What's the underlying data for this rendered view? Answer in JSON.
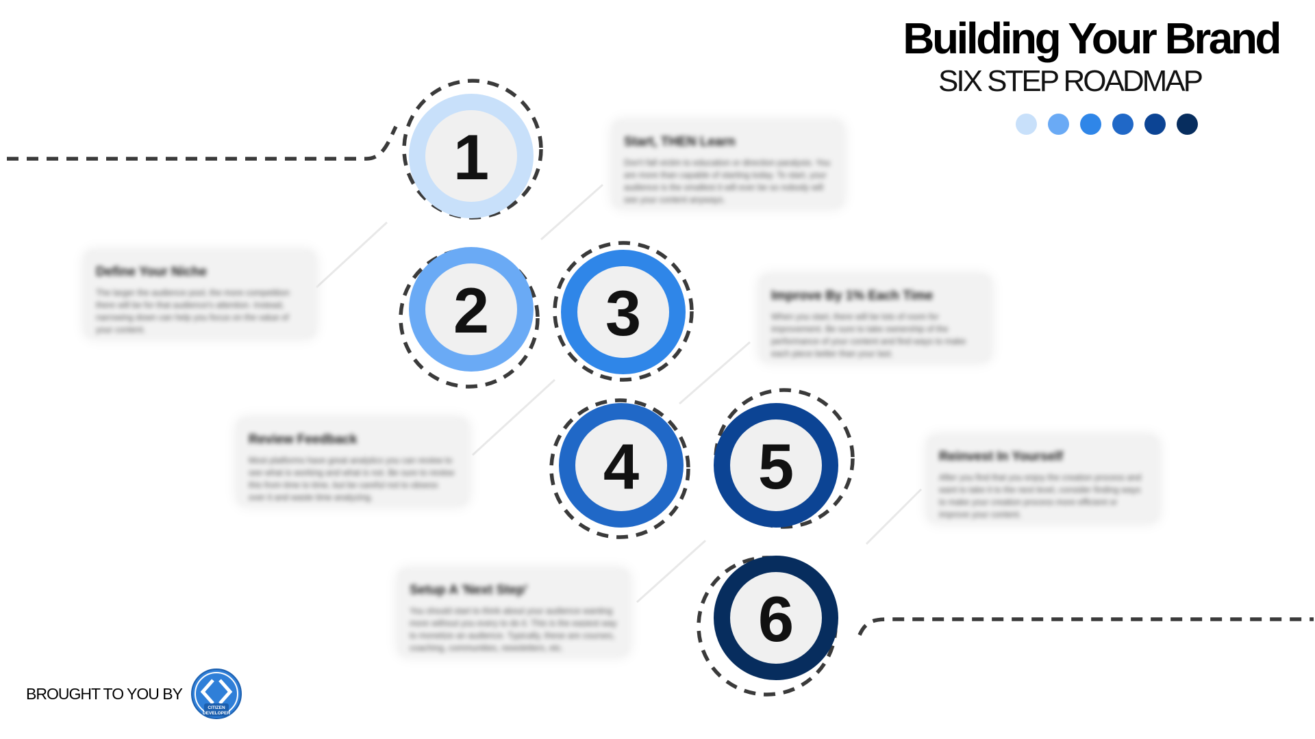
{
  "header": {
    "title": "Building Your Brand",
    "subtitle": "SIX STEP ROADMAP"
  },
  "colors": {
    "step1": "#c8e0fa",
    "step2": "#6aaaf5",
    "step3": "#2f86e8",
    "step4": "#2068c7",
    "step5": "#0c4494",
    "step6": "#072d5e",
    "circle_inner": "#f0f0f0",
    "dashed_line": "#3a3a3a"
  },
  "steps": [
    {
      "number": "1",
      "title": "Start, THEN Learn",
      "text": "Don't fall victim to education or direction paralysis. You are more than capable of starting today. To start, your audience is the smallest it will ever be so nobody will see your content anyways."
    },
    {
      "number": "2",
      "title": "Define Your Niche",
      "text": "The larger the audience pool, the more competition there will be for that audience's attention. Instead, narrowing down can help you focus on the value of your content."
    },
    {
      "number": "3",
      "title": "Improve By 1% Each Time",
      "text": "When you start, there will be lots of room for improvement. Be sure to take ownership of the performance of your content and find ways to make each piece better than your last."
    },
    {
      "number": "4",
      "title": "Review Feedback",
      "text": "Most platforms have great analytics you can review to see what is working and what is not. Be sure to review this from time to time, but be careful not to obsess over it and waste time analyzing."
    },
    {
      "number": "5",
      "title": "Reinvest In Yourself",
      "text": "After you find that you enjoy the creation process and want to take it to the next level, consider finding ways to make your creation process more efficient or improve your content."
    },
    {
      "number": "6",
      "title": "Setup A 'Next Step'",
      "text": "You should start to think about your audience wanting more without you every to do it. This is the easiest way to monetize an audience. Typically, these are courses, coaching, communities, newsletters, etc."
    }
  ],
  "footer": {
    "text": "BROUGHT TO YOU BY",
    "logo_text_line1": "CITIZEN",
    "logo_text_line2": "DEVELOPER"
  }
}
